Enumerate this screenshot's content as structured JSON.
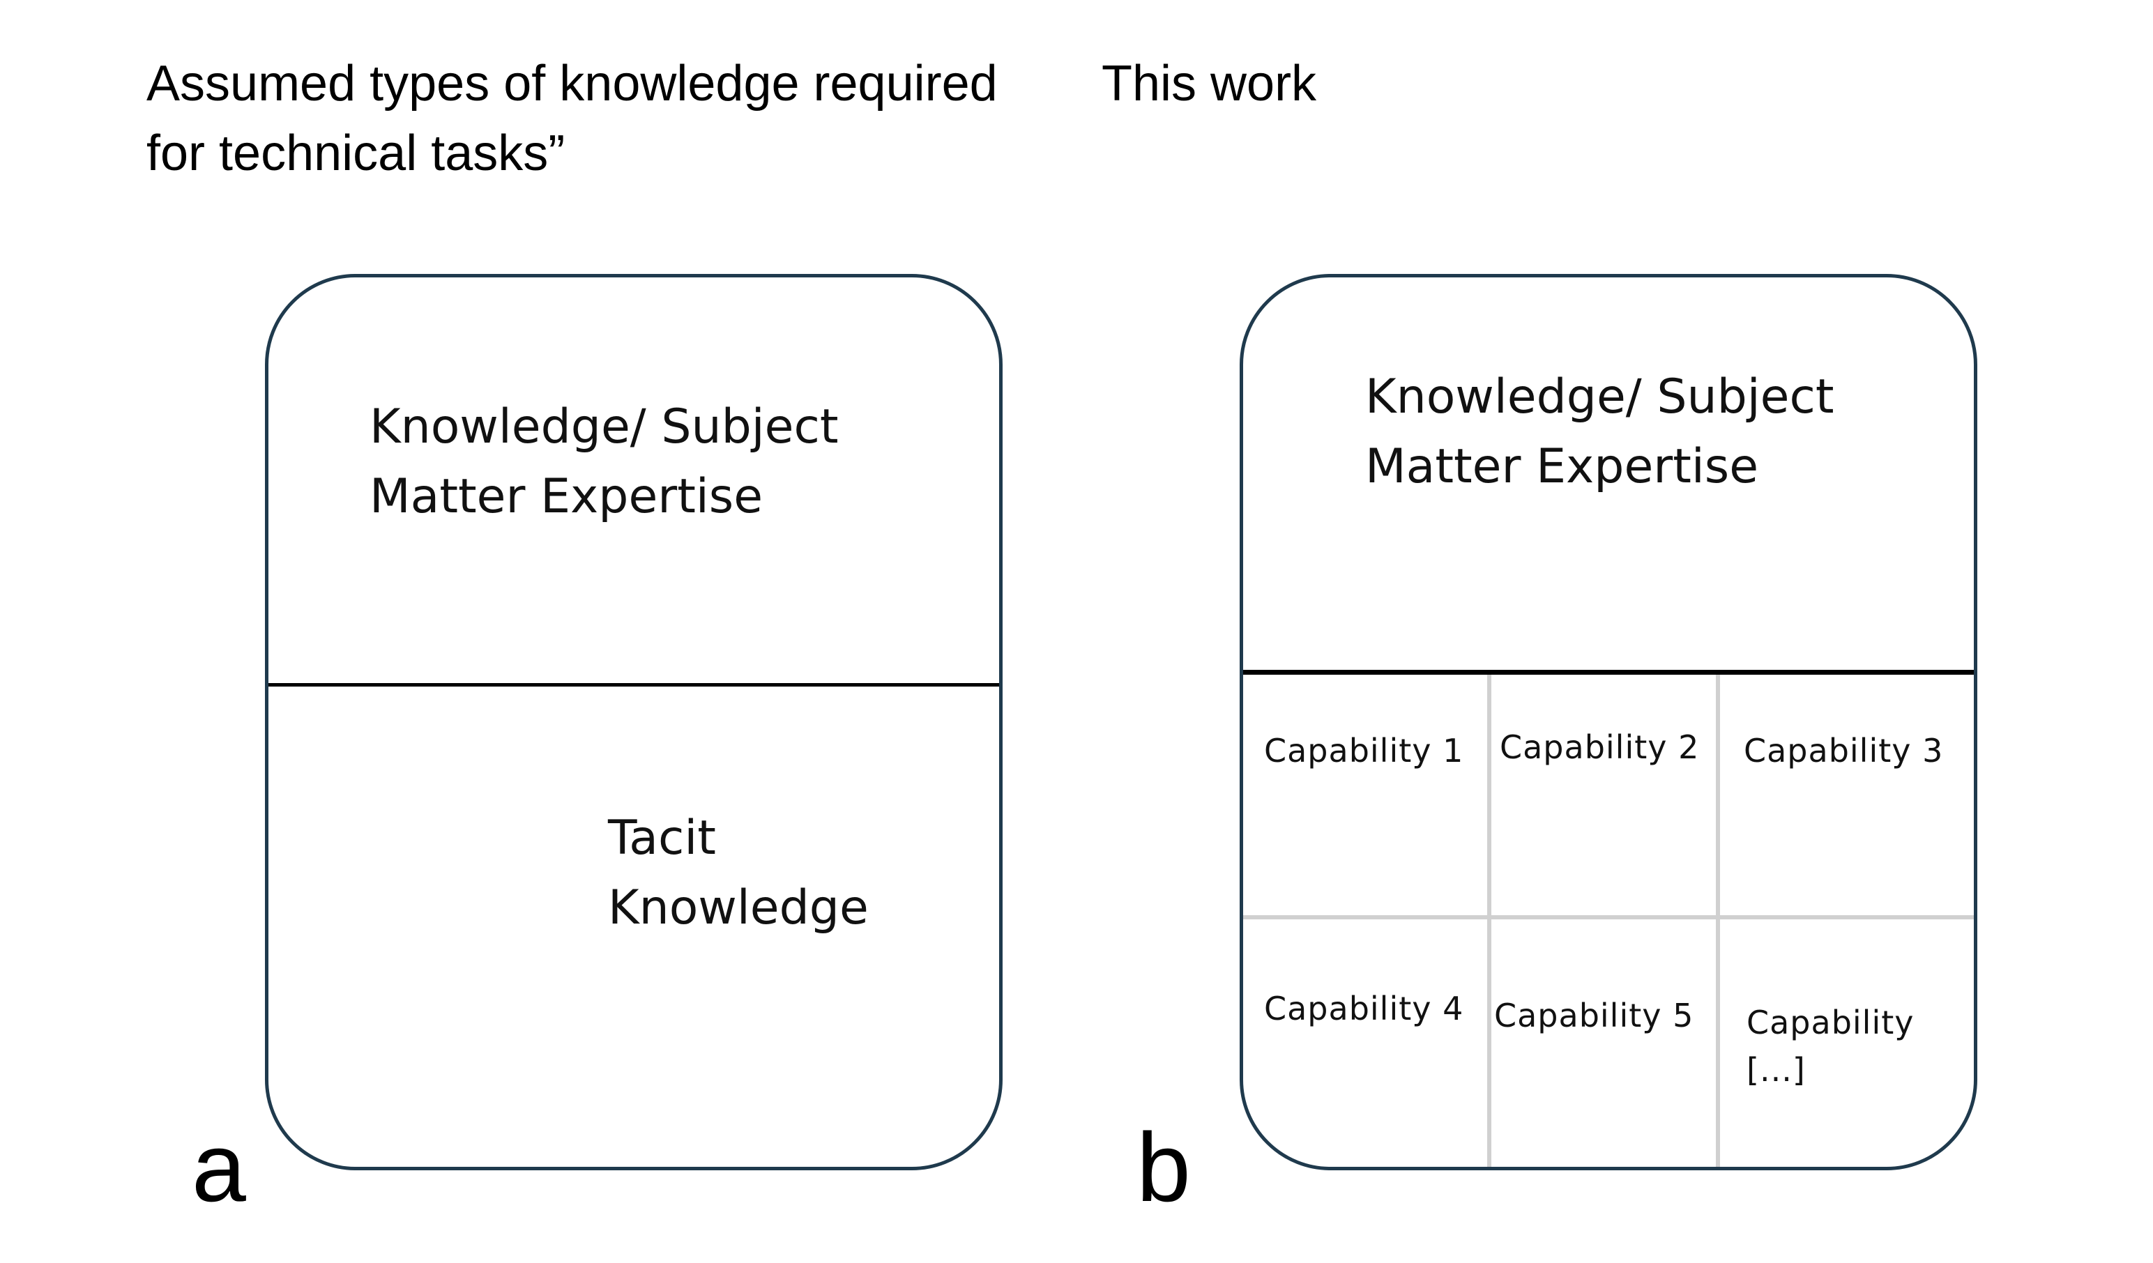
{
  "headings": {
    "left": "Assumed types of knowledge required\nfor technical tasks”",
    "right": "This work"
  },
  "panel_a": {
    "letter": "a",
    "top": "Knowledge/ Subject\nMatter Expertise",
    "bottom": "Tacit\nKnowledge"
  },
  "panel_b": {
    "letter": "b",
    "top": "Knowledge/ Subject\nMatter Expertise",
    "cells": [
      "Capability 1",
      "Capability 2",
      "Capability 3",
      "Capability 4",
      "Capability 5",
      "Capability\n[...]"
    ]
  },
  "colors": {
    "border": "#1f3a4d",
    "divider": "#000000",
    "grid_lines": "#d0d0d0"
  }
}
